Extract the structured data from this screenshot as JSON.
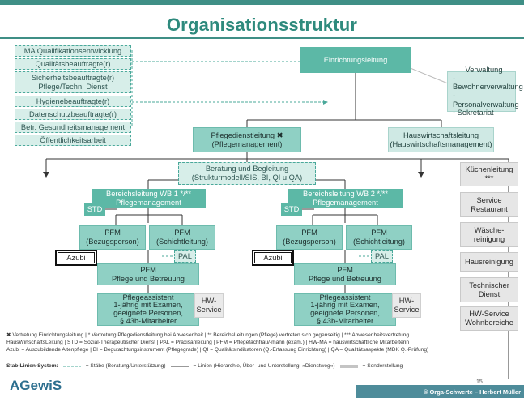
{
  "title": "Organisationsstruktur",
  "stab_items": [
    "MA Qualifikationsentwicklung",
    "Qualitätsbeauftragte(r)",
    "Sicherheitsbeauftragte(r)",
    "Pflege/Techn. Dienst",
    "Hygienebeauftragte(r)",
    "Datenschutzbeauftragte(r)",
    "Betr. Gesundheitsmanagement",
    "Öffentlichkeitsarbeit"
  ],
  "einrichtungsleitung": "Einrichtungsleitung",
  "verwaltung": {
    "title": "Verwaltung",
    "items": [
      "- Bewohnerverwaltung",
      "- Personalverwaltung",
      "- Sekretariat"
    ]
  },
  "pflegedienstleitung": {
    "line1": "Pflegedienstleitung ✖",
    "line2": "(Pflegemanagement)"
  },
  "hauswirtschaftsleitung": {
    "line1": "Hauswirtschaftsleitung",
    "line2": "(Hauswirtschaftsmanagement)"
  },
  "beratung": {
    "line1": "Beratung und Begleitung",
    "line2": "(Strukturmodell/SIS, BI, QI u.QA)"
  },
  "wb1": {
    "line1": "Bereichsleitung WB 1 */**",
    "line2": "Pflegemanagement"
  },
  "wb2": {
    "line1": "Bereichsleitung WB 2 */**",
    "line2": "Pflegemanagement"
  },
  "std": "STD",
  "pal": "PAL",
  "azubi": "Azubi",
  "pfm_bezug": {
    "line1": "PFM",
    "line2": "(Bezugsperson)"
  },
  "pfm_schicht": {
    "line1": "PFM",
    "line2": "(Schichtleitung)"
  },
  "pfm_pflege": {
    "line1": "PFM",
    "line2": "Pflege und Betreuung"
  },
  "assistent": {
    "line1": "Pflegeassistent",
    "line2": "1-jährig mit Examen,",
    "line3": "geeignete Personen,",
    "line4": "§ 43b-Mitarbeiter"
  },
  "hw_service": {
    "line1": "HW-",
    "line2": "Service"
  },
  "right_column": [
    "Küchenleitung ***",
    "Service Restaurant",
    "Wäsche-reinigung",
    "Hausreinigung",
    "Technischer Dienst",
    "HW-Service Wohnbereiche"
  ],
  "legend": {
    "line1": "✖ Vertretung Einrichtungsleitung | * Vertretung Pflegedienstleitung bei Abwesenheit | ** BereichsLeitungen (Pflege) vertreten sich gegenseitig | *** Abwesenheitsvertretung",
    "line2": "HausWirtschaftsLeitung | STD = Sozial-Therapeutischer Dienst | PAL = Praxisanleitung | PFM = Pflegefachfrau/-mann (exam.) | HW-MA = hauswirtschaftliche Mitarbeiterin",
    "line3": "Azubi = Auszubildende Altenpflege | BI = Begutachtungsinstrument (Pflegegrade) | QI = Qualitätsindikatoren (Q.-Erfassung Einrichtung) | QA = Qualitätsaspekte (MDK Q.-Prüfung)",
    "system_label": "Stab-Linien-System:",
    "system_stab": "= Stäbe (Beratung/Unterstützung)",
    "system_linien": "= Linien (Hierarchie, Über- und Unterstellung, »Dienstweg«)",
    "system_sonder": "= Sonderstellung"
  },
  "logo": "AGewiS",
  "page_number": "15",
  "copyright": "© Orga-Schwerte – Herbert Müller",
  "colors": {
    "accent": "#3f8f86",
    "title": "#2e8a7d",
    "teal_box": "#5cb8a6",
    "stab_fill": "#d7eee9",
    "light_box": "#cfe9e4",
    "mid_box": "#8fd0c4",
    "right_box": "#e6e6e6"
  }
}
